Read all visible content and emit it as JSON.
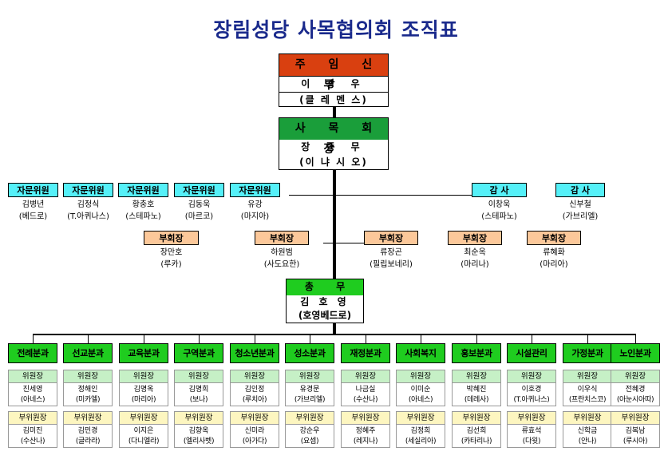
{
  "title": "장림성당 사목협의회 조직표",
  "pastor": {
    "role": "주 임 신 부",
    "name": "이 강 우",
    "baptism": "(클 레 멘 스)"
  },
  "chairman": {
    "role": "사 목 회 장",
    "name": "장 종 무",
    "baptism": "(이 냐 시 오)"
  },
  "secretary": {
    "role": "총 무",
    "name": "김 호 영",
    "baptism": "(호영베드로)"
  },
  "advisors": [
    {
      "role": "자문위원",
      "name": "김병년",
      "baptism": "(베드로)"
    },
    {
      "role": "자문위원",
      "name": "김정식",
      "baptism": "(T.아퀴나스)"
    },
    {
      "role": "자문위원",
      "name": "황충호",
      "baptism": "(스테파노)"
    },
    {
      "role": "자문위원",
      "name": "김동욱",
      "baptism": "(마르코)"
    },
    {
      "role": "자문위원",
      "name": "유강",
      "baptism": "(마지아)"
    }
  ],
  "auditors": [
    {
      "role": "감 사",
      "name": "이창욱",
      "baptism": "(스테파노)"
    },
    {
      "role": "감 사",
      "name": "신부철",
      "baptism": "(가브리엘)"
    }
  ],
  "vice_chairs": [
    {
      "role": "부회장",
      "name": "장만호",
      "baptism": "(루카)"
    },
    {
      "role": "부회장",
      "name": "하원범",
      "baptism": "(사도요한)"
    },
    {
      "role": "부회장",
      "name": "류장곤",
      "baptism": "(필립보네리)"
    },
    {
      "role": "부회장",
      "name": "최순옥",
      "baptism": "(마리나)"
    },
    {
      "role": "부회장",
      "name": "류혜화",
      "baptism": "(마리아)"
    }
  ],
  "labels": {
    "chair": "위원장",
    "vice": "부위원장"
  },
  "committees": [
    {
      "name": "전례분과",
      "chair": "진세영",
      "chair_b": "(아네스)",
      "vice": "김미진",
      "vice_b": "(수산나)"
    },
    {
      "name": "선교분과",
      "chair": "정해인",
      "chair_b": "(미카엘)",
      "vice": "김민경",
      "vice_b": "(글라라)"
    },
    {
      "name": "교육분과",
      "chair": "김명옥",
      "chair_b": "(마리아)",
      "vice": "이지은",
      "vice_b": "(다니엘라)"
    },
    {
      "name": "구역분과",
      "chair": "김명희",
      "chair_b": "(보나)",
      "vice": "김향옥",
      "vice_b": "(엘리사벳)"
    },
    {
      "name": "청소년분과",
      "chair": "김인정",
      "chair_b": "(루치아)",
      "vice": "신미라",
      "vice_b": "(아가다)"
    },
    {
      "name": "성소분과",
      "chair": "유경문",
      "chair_b": "(가브리엘)",
      "vice": "강순우",
      "vice_b": "(요셉)"
    },
    {
      "name": "재정분과",
      "chair": "나금실",
      "chair_b": "(수산나)",
      "vice": "정혜주",
      "vice_b": "(레지나)"
    },
    {
      "name": "사회복지",
      "chair": "이미순",
      "chair_b": "(아네스)",
      "vice": "김정희",
      "vice_b": "(세실리아)"
    },
    {
      "name": "홍보분과",
      "chair": "박혜진",
      "chair_b": "(데레사)",
      "vice": "김선희",
      "vice_b": "(카타리나)"
    },
    {
      "name": "시설관리",
      "chair": "이호경",
      "chair_b": "(T.아퀴나스)",
      "vice": "류효석",
      "vice_b": "(다윗)"
    },
    {
      "name": "가정분과",
      "chair": "이우식",
      "chair_b": "(프란치스코)",
      "vice": "신학금",
      "vice_b": "(안나)"
    },
    {
      "name": "노인분과",
      "chair": "전혜경",
      "chair_b": "(아눈시아따)",
      "vice": "김복남",
      "vice_b": "(루시아)"
    }
  ],
  "colors": {
    "title": "#1a2a8c",
    "pastor_head": "#d94010",
    "chairman_head": "#1a9e3a",
    "secretary_head": "#1fcc1f",
    "advisor_head": "#55f0f8",
    "vice_chair_head": "#fcc89a",
    "committee_head": "#1fcc1f",
    "chair_label": "#c6f0c6",
    "vice_label": "#fdf6c0"
  }
}
